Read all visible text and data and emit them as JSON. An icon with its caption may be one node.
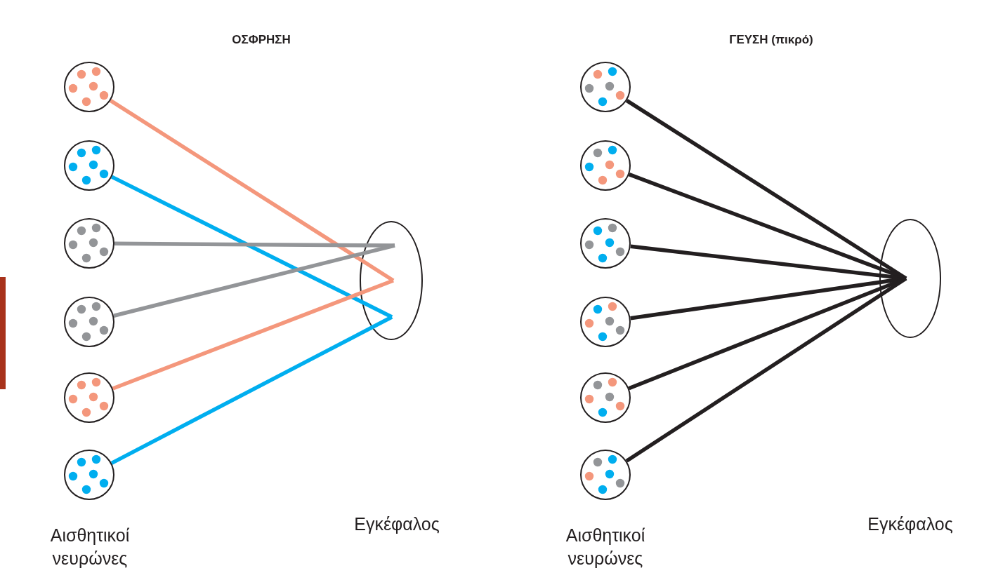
{
  "diagram": {
    "nodes": [
      {
        "text": [],
        "shape": "circle"
      },
      {
        "text": [],
        "shape": "circle"
      },
      {
        "text": [],
        "shape": "circle"
      },
      {
        "text": [],
        "shape": "circle"
      },
      {
        "text": [],
        "shape": "circle"
      },
      {
        "text": [],
        "shape": "circle"
      },
      {
        "text": [],
        "shape": "ellipse"
      },
      {
        "text": [],
        "shape": "circle"
      },
      {
        "text": [],
        "shape": "circle"
      },
      {
        "text": [],
        "shape": "circle"
      },
      {
        "text": [],
        "shape": "circle"
      },
      {
        "text": [],
        "shape": "circle"
      },
      {
        "text": [],
        "shape": "circle"
      },
      {
        "text": [],
        "shape": "ellipse"
      }
    ],
    "edges": [
      {
        "from": 0,
        "to": 6,
        "arrow": "none",
        "color": "#f4977c"
      },
      {
        "from": 1,
        "to": 6,
        "arrow": "none",
        "color": "#00aeef"
      },
      {
        "from": 2,
        "to": 6,
        "arrow": "none",
        "color": "#939598"
      },
      {
        "from": 3,
        "to": 6,
        "arrow": "none",
        "color": "#939598"
      },
      {
        "from": 4,
        "to": 6,
        "arrow": "none",
        "color": "#f4977c"
      },
      {
        "from": 5,
        "to": 6,
        "arrow": "none",
        "color": "#00aeef"
      },
      {
        "from": 7,
        "to": 13,
        "arrow": "none",
        "color": "#231f20"
      },
      {
        "from": 8,
        "to": 13,
        "arrow": "none",
        "color": "#231f20"
      },
      {
        "from": 9,
        "to": 13,
        "arrow": "none",
        "color": "#231f20"
      },
      {
        "from": 10,
        "to": 13,
        "arrow": "none",
        "color": "#231f20"
      },
      {
        "from": 11,
        "to": 13,
        "arrow": "none",
        "color": "#231f20"
      },
      {
        "from": 12,
        "to": 13,
        "arrow": "none",
        "color": "#231f20"
      }
    ],
    "labels": [
      "ΟΣΦΡΗΣΗ",
      "ΓΕΥΣΗ (πικρό)",
      "Αισθητικοί νευρώνες",
      "Εγκέφαλος",
      "Αισθητικοί νευρώνες",
      "Εγκέφαλος"
    ]
  }
}
